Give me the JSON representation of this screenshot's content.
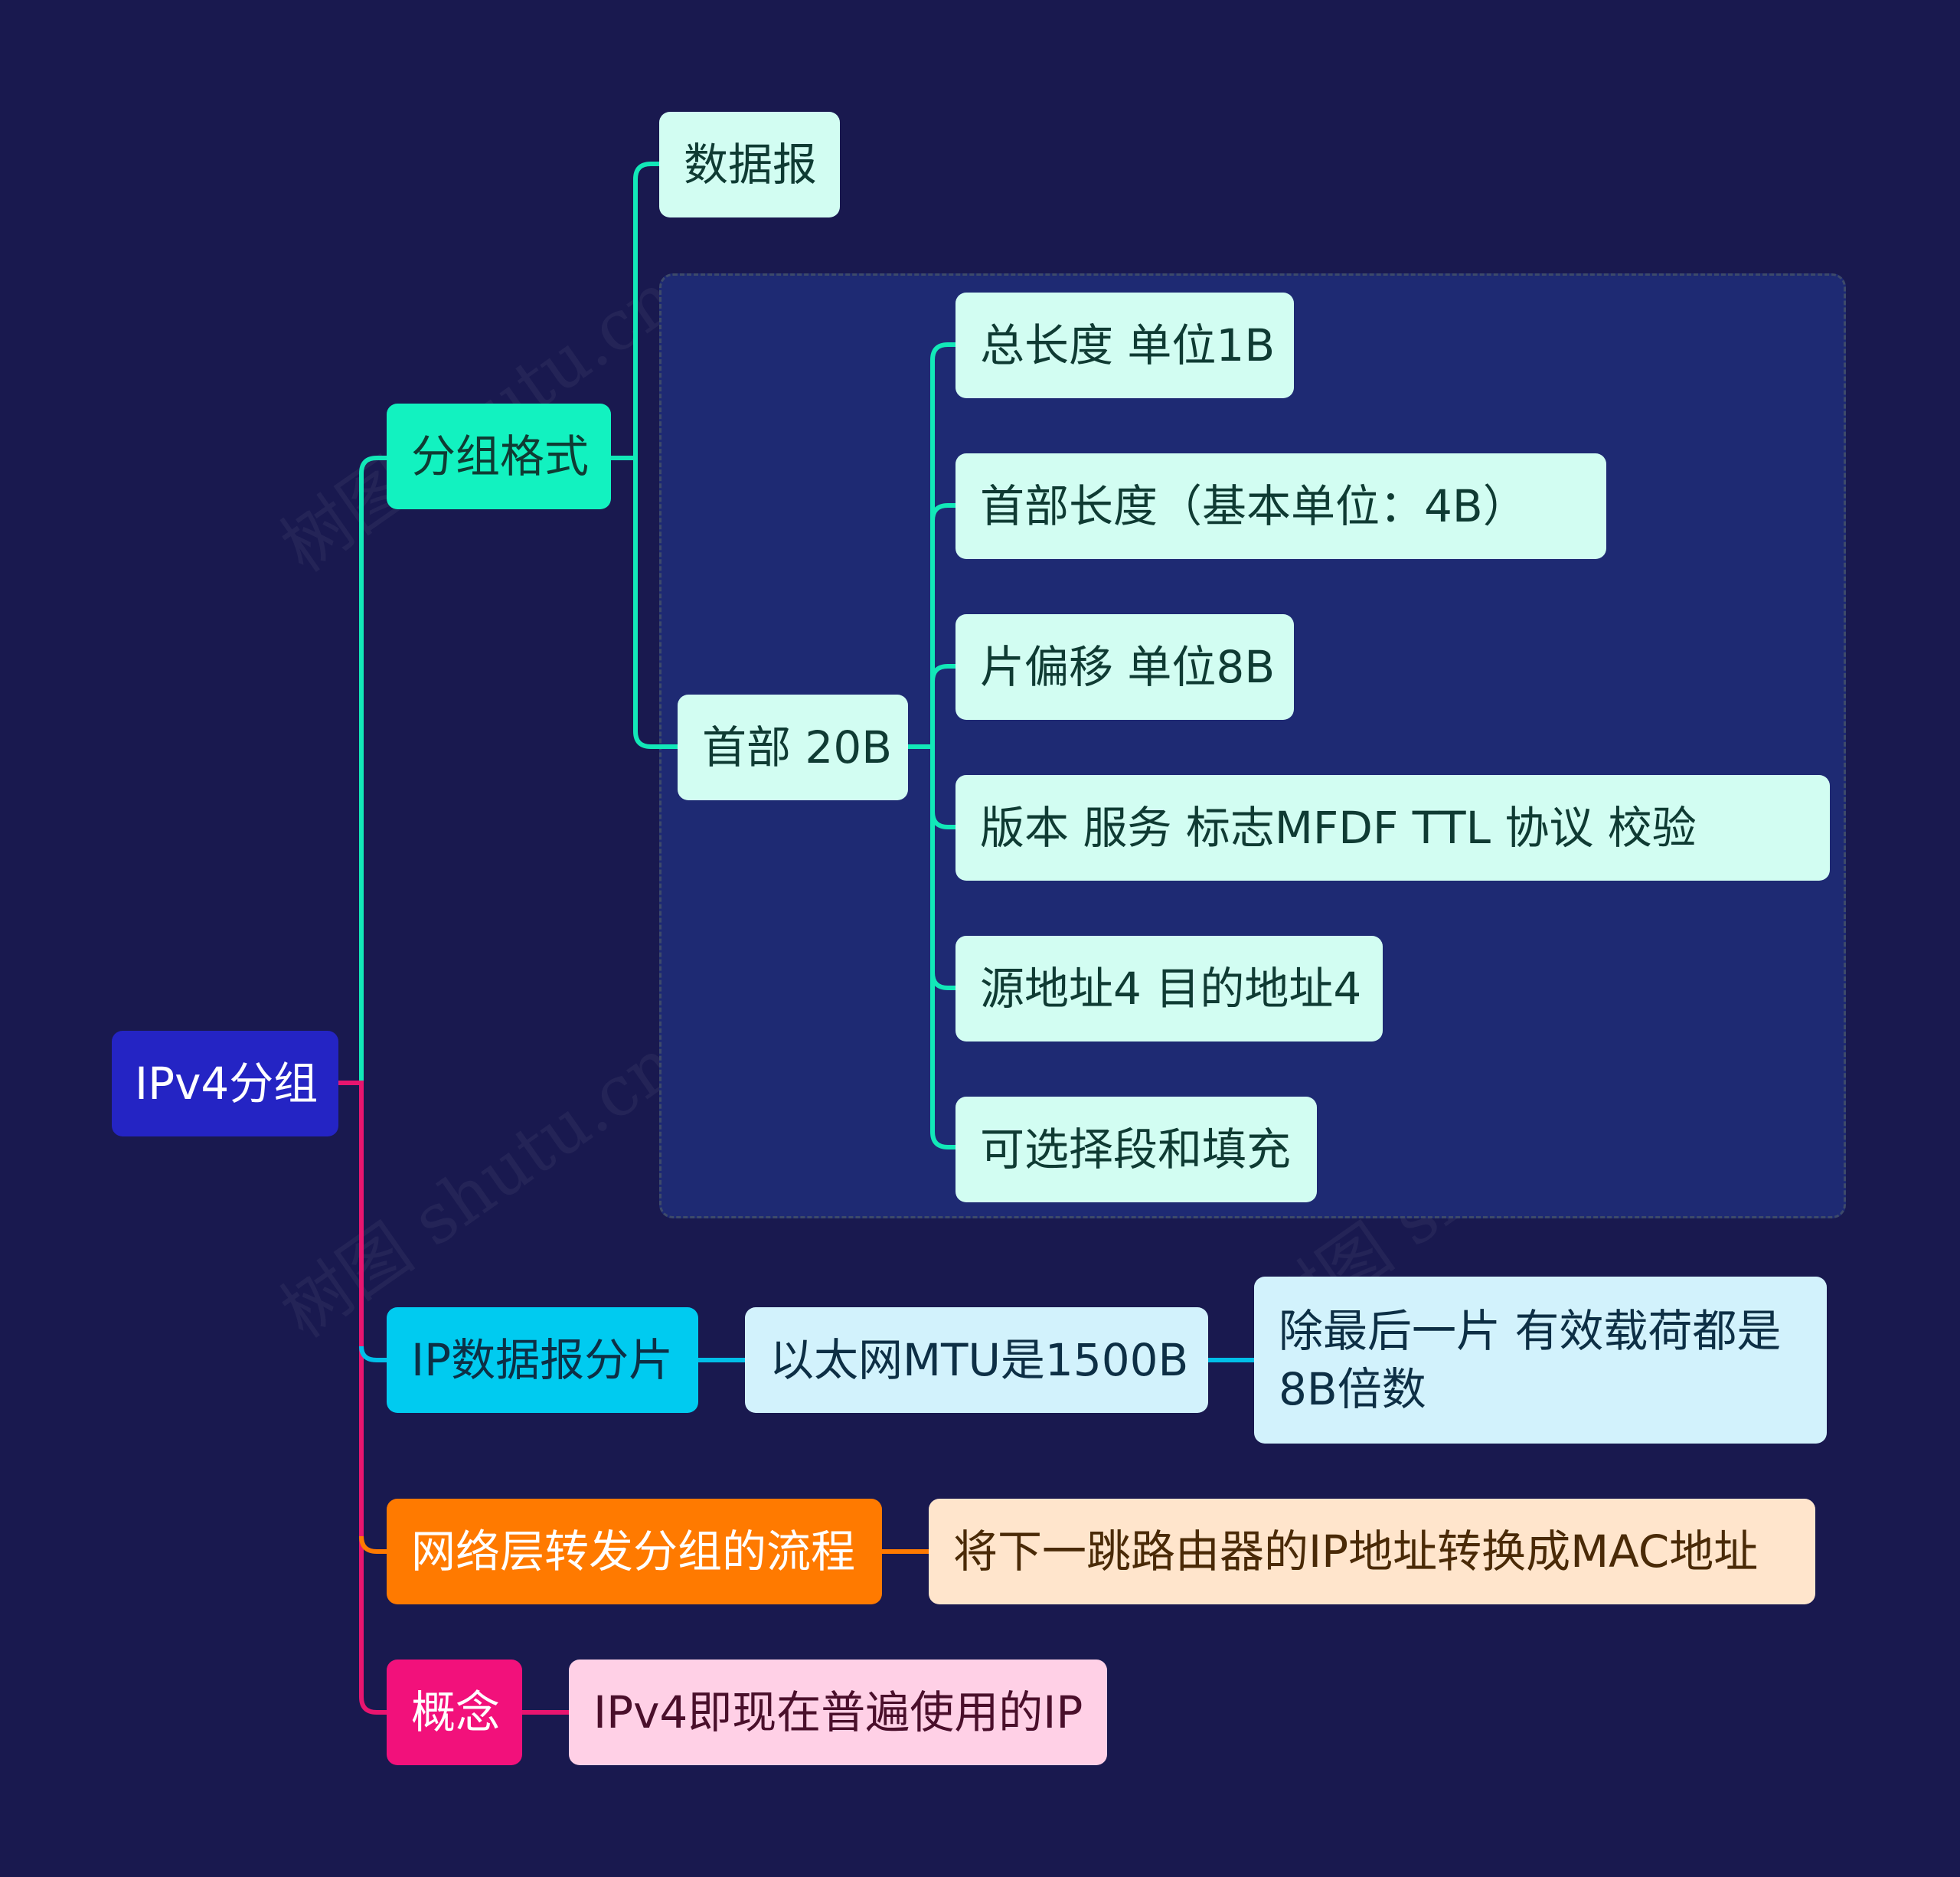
{
  "root": {
    "label": "IPv4分组"
  },
  "branches": {
    "format": {
      "label": "分组格式",
      "datagram": "数据报",
      "header": {
        "label": "首部 20B",
        "items": [
          "总长度 单位1B",
          "首部长度（基本单位：4B）",
          "片偏移 单位8B",
          "版本 服务 标志MFDF TTL 协议 校验",
          "源地址4 目的地址4",
          "可选择段和填充"
        ]
      }
    },
    "fragmentation": {
      "label": "IP数据报分片",
      "mtu": "以太网MTU是1500B",
      "payload": "除最后一片 有效载荷都是8B倍数"
    },
    "forwarding": {
      "label": "网络层转发分组的流程",
      "detail": "将下一跳路由器的IP地址转换成MAC地址"
    },
    "concept": {
      "label": "概念",
      "detail": "IPv4即现在普遍使用的IP"
    }
  },
  "colors": {
    "background": "#19194f",
    "teal_line": "#12e8b8",
    "cyan_line": "#00bfe8",
    "orange_line": "#ff7a00",
    "pink_line": "#e8156f"
  },
  "watermark": "树图 shutu.cn"
}
